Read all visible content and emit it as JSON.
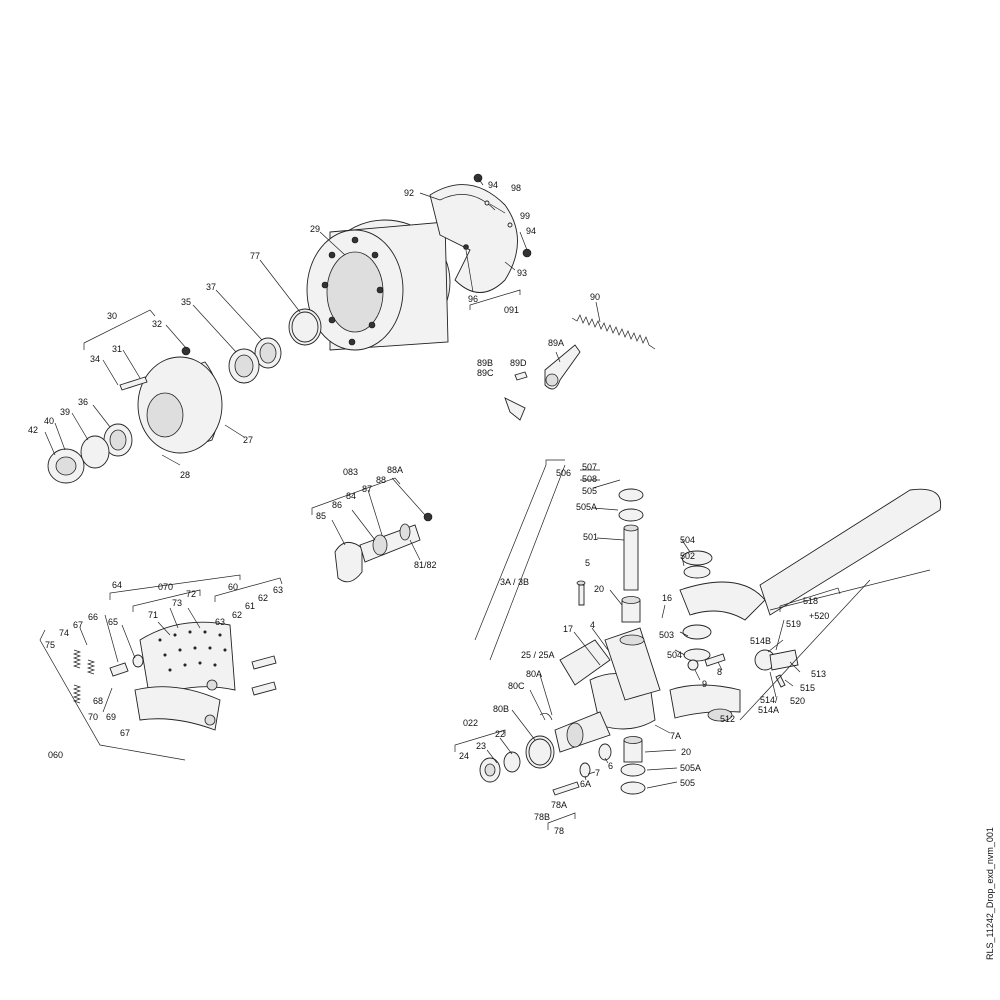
{
  "drawing": {
    "id": "RLS_11242_Drop_exd_nvm_001",
    "callouts": {
      "c92": "92",
      "c94a": "94",
      "c98": "98",
      "c99": "99",
      "c94b": "94",
      "c93": "93",
      "c96": "96",
      "c091": "091",
      "c29": "29",
      "c77": "77",
      "c37": "37",
      "c35": "35",
      "c30": "30",
      "c32": "32",
      "c31": "31",
      "c34": "34",
      "c27": "27",
      "c28": "28",
      "c36": "36",
      "c39": "39",
      "c40": "40",
      "c42": "42",
      "c90": "90",
      "c89A": "89A",
      "c89B": "89B",
      "c89C": "89C",
      "c89D": "89D",
      "c083": "083",
      "c88A": "88A",
      "c87": "87",
      "c86": "86",
      "c84": "84",
      "c85": "85",
      "c81_82": "81/82",
      "c64": "64",
      "c070": "070",
      "c60": "60",
      "c71": "71",
      "c73": "73",
      "c72": "72",
      "c62a": "62",
      "c63a": "63",
      "c62b": "62",
      "c63b": "63",
      "c61": "61",
      "c66": "66",
      "c65": "65",
      "c74": "74",
      "c67a": "67",
      "c75": "75",
      "c68": "68",
      "c70": "70",
      "c69": "69",
      "c67b": "67",
      "c060": "060",
      "c506": "506",
      "c507": "507",
      "c508": "508",
      "c505a": "505",
      "c505A": "505A",
      "c501": "501",
      "c504a": "504",
      "c502": "502",
      "c5": "5",
      "c3A3B": "3A / 3B",
      "c20a": "20",
      "c16": "16",
      "c503": "503",
      "c504b": "504",
      "c17": "17",
      "c4": "4",
      "c25": "25 / 25A",
      "c8": "8",
      "c9": "9",
      "c80A": "80A",
      "c80C": "80C",
      "c80B": "80B",
      "c022": "022",
      "c23": "23",
      "c22": "22",
      "c24": "24",
      "c7A": "7A",
      "c20b": "20",
      "c505Ab": "505A",
      "c505b": "505",
      "c6": "6",
      "c7": "7",
      "c6A": "6A",
      "c78A": "78A",
      "c78B": "78B",
      "c78": "78",
      "c518": "518",
      "c519": "519",
      "c520a": "+520",
      "c514B": "514B",
      "c513": "513",
      "c515": "515",
      "c514": "514/",
      "c514A": "514A",
      "c520b": "520",
      "c512": "512"
    }
  }
}
